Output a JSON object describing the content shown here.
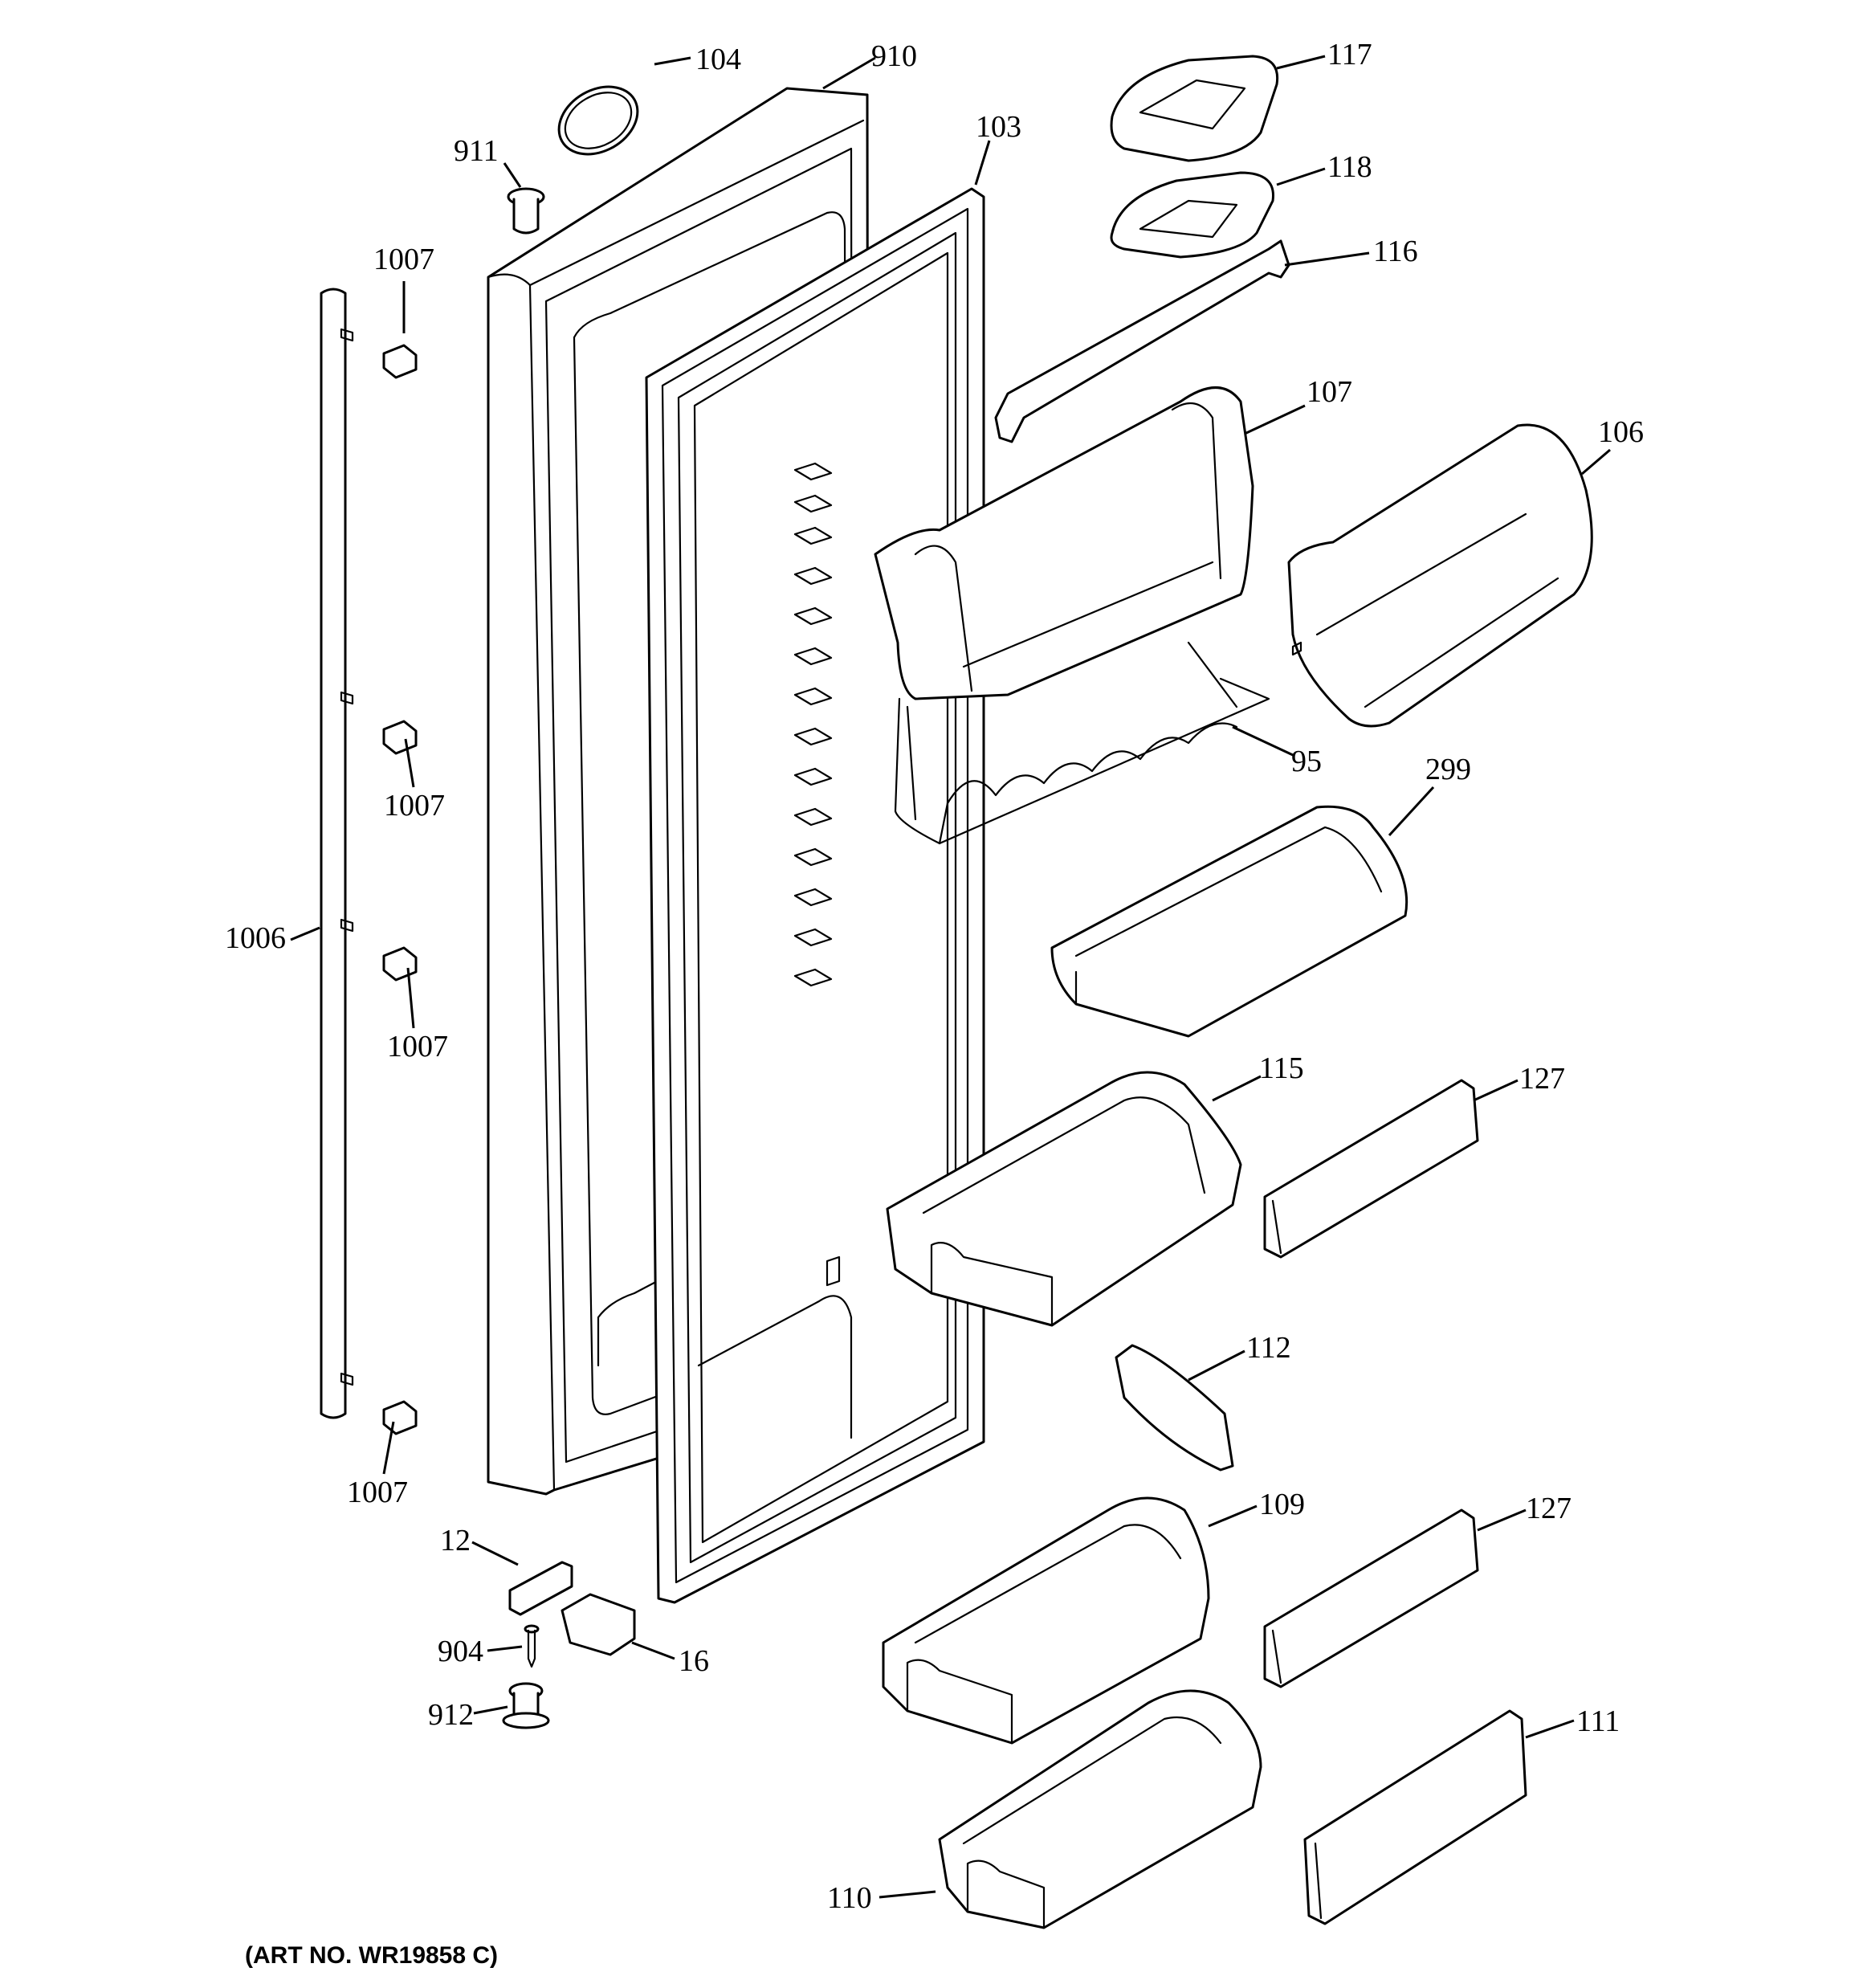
{
  "art_number": "(ART NO. WR19858 C)",
  "callouts": [
    {
      "id": "c104",
      "label": "104"
    },
    {
      "id": "c910",
      "label": "910"
    },
    {
      "id": "c911",
      "label": "911"
    },
    {
      "id": "c103",
      "label": "103"
    },
    {
      "id": "c117",
      "label": "117"
    },
    {
      "id": "c118",
      "label": "118"
    },
    {
      "id": "c116",
      "label": "116"
    },
    {
      "id": "c1007a",
      "label": "1007"
    },
    {
      "id": "c107",
      "label": "107"
    },
    {
      "id": "c106",
      "label": "106"
    },
    {
      "id": "c1007b",
      "label": "1007"
    },
    {
      "id": "c95",
      "label": "95"
    },
    {
      "id": "c299",
      "label": "299"
    },
    {
      "id": "c1006",
      "label": "1006"
    },
    {
      "id": "c1007c",
      "label": "1007"
    },
    {
      "id": "c115",
      "label": "115"
    },
    {
      "id": "c127a",
      "label": "127"
    },
    {
      "id": "c112",
      "label": "112"
    },
    {
      "id": "c1007d",
      "label": "1007"
    },
    {
      "id": "c109",
      "label": "109"
    },
    {
      "id": "c127b",
      "label": "127"
    },
    {
      "id": "c12",
      "label": "12"
    },
    {
      "id": "c904",
      "label": "904"
    },
    {
      "id": "c16",
      "label": "16"
    },
    {
      "id": "c912",
      "label": "912"
    },
    {
      "id": "c111",
      "label": "111"
    },
    {
      "id": "c110",
      "label": "110"
    }
  ]
}
